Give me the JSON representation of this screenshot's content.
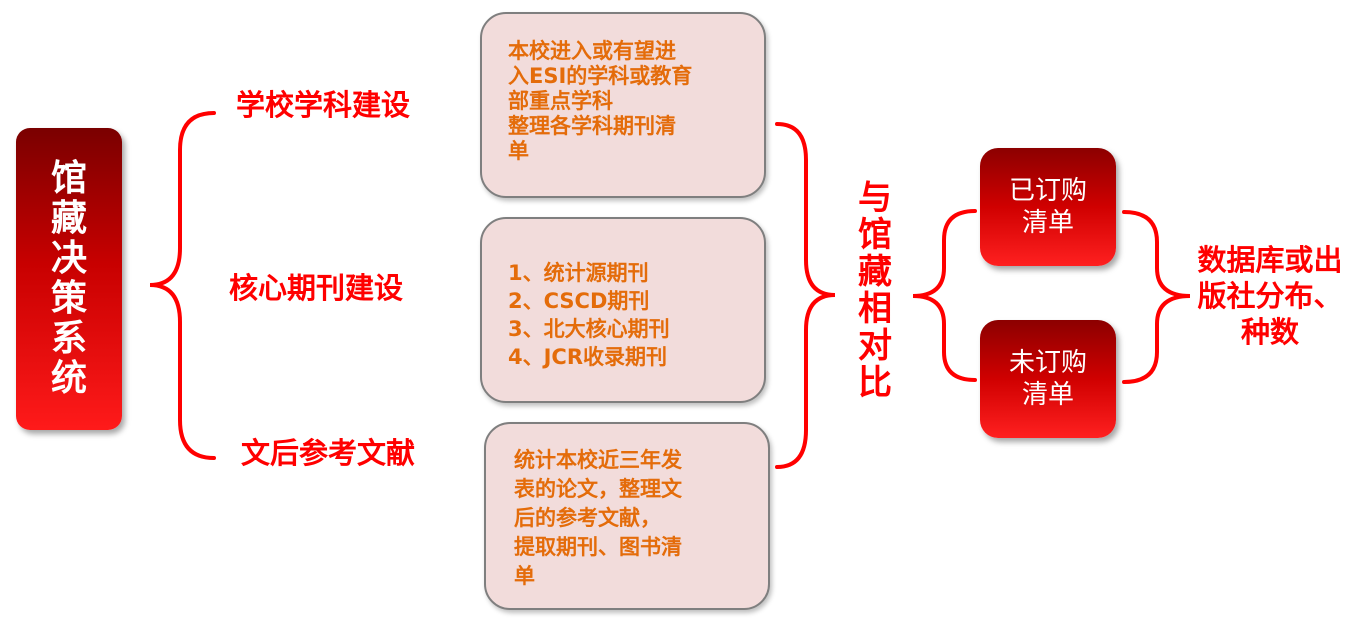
{
  "root": {
    "label": "馆藏决策系统"
  },
  "categories": [
    {
      "label": "学校学科建设"
    },
    {
      "label": "核心期刊建设"
    },
    {
      "label": "文后参考文献"
    }
  ],
  "details": [
    {
      "lines": [
        "本校进入或有望进",
        "入ESI的学科或教育",
        "部重点学科",
        "整理各学科期刊清",
        "单"
      ]
    },
    {
      "lines": [
        "1、统计源期刊",
        "2、CSCD期刊",
        "3、北大核心期刊",
        "4、JCR收录期刊"
      ]
    },
    {
      "lines": [
        "统计本校近三年发",
        "表的论文，整理文",
        "后的参考文献，",
        "提取期刊、图书清",
        "单"
      ]
    }
  ],
  "compare": {
    "label": "与馆藏相对比"
  },
  "lists": [
    {
      "label": "已订购清单"
    },
    {
      "label": "未订购清单"
    }
  ],
  "result": {
    "label": "数据库或出版社分布、种数"
  },
  "colors": {
    "accent": "#ff0000",
    "box_fill": "#f2dcdb",
    "box_text": "#e46c0a",
    "dark_red": "#8c0000"
  }
}
